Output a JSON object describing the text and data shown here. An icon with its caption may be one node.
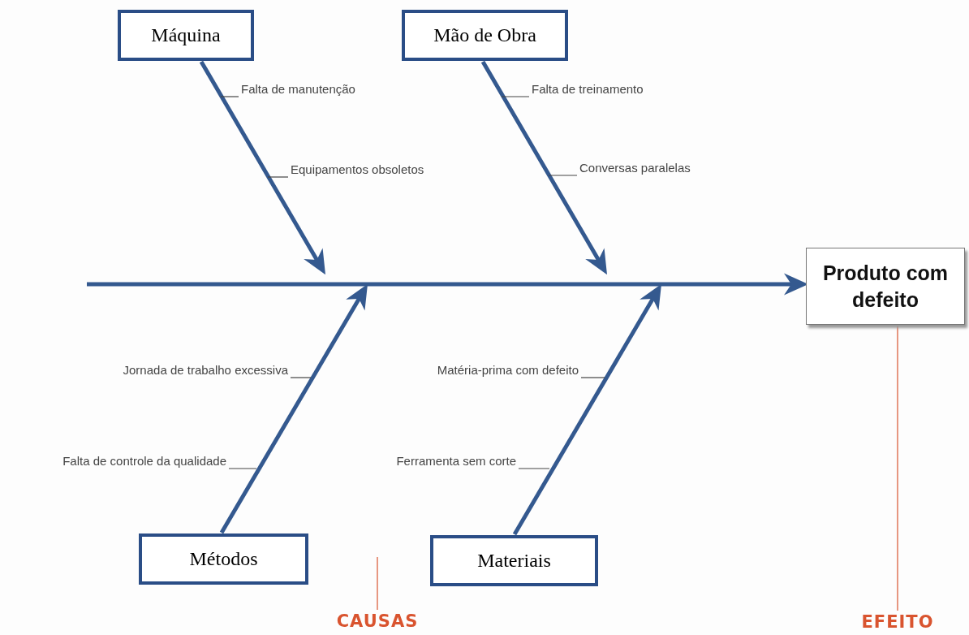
{
  "diagram": {
    "nodes": [
      {
        "text": [
          "Máquina"
        ]
      },
      {
        "text": [
          "Mão de Obra"
        ]
      },
      {
        "text": [
          "Produto com defeito"
        ]
      },
      {
        "text": [
          "Falta de manutenção"
        ]
      },
      {
        "text": [
          "Equipamentos obsoletos"
        ]
      },
      {
        "text": [
          "Falta de treinamento"
        ]
      },
      {
        "text": [
          "Conversas paralelas"
        ]
      },
      {
        "text": [
          "Jornada de trabalho excessiva"
        ]
      },
      {
        "text": [
          "Matéria-prima com defeito"
        ]
      },
      {
        "text": [
          "Falta de controle da qualidade"
        ]
      },
      {
        "text": [
          "Ferramenta sem corte"
        ]
      },
      {
        "text": [
          "Métodos"
        ]
      },
      {
        "text": [
          "Materiais"
        ]
      },
      {
        "text": [
          "CAUSAS"
        ]
      },
      {
        "text": [
          "EFEITO"
        ]
      }
    ],
    "edges": [
      {
        "from": 0,
        "to": null,
        "arrow": "to",
        "style": "thick",
        "color": "#34598f"
      },
      {
        "from": 1,
        "to": null,
        "arrow": "to",
        "style": "thick",
        "color": "#34598f"
      },
      {
        "from": 11,
        "to": null,
        "arrow": "to",
        "style": "thick",
        "color": "#34598f"
      },
      {
        "from": 12,
        "to": null,
        "arrow": "to",
        "style": "thick",
        "color": "#34598f"
      },
      {
        "from": null,
        "to": 2,
        "arrow": "to",
        "style": "thick",
        "color": "#34598f"
      },
      {
        "from": 3,
        "to": null,
        "arrow": "none"
      },
      {
        "from": 4,
        "to": null,
        "arrow": "none"
      },
      {
        "from": 5,
        "to": null,
        "arrow": "none"
      },
      {
        "from": 6,
        "to": null,
        "arrow": "none"
      },
      {
        "from": 7,
        "to": null,
        "arrow": "none"
      },
      {
        "from": 8,
        "to": null,
        "arrow": "none"
      },
      {
        "from": 9,
        "to": null,
        "arrow": "none"
      },
      {
        "from": 10,
        "to": null,
        "arrow": "none"
      },
      {
        "from": 13,
        "to": null,
        "arrow": "none",
        "color": "#d9542f"
      },
      {
        "from": 14,
        "to": 2,
        "arrow": "none",
        "color": "#d9542f"
      }
    ]
  }
}
